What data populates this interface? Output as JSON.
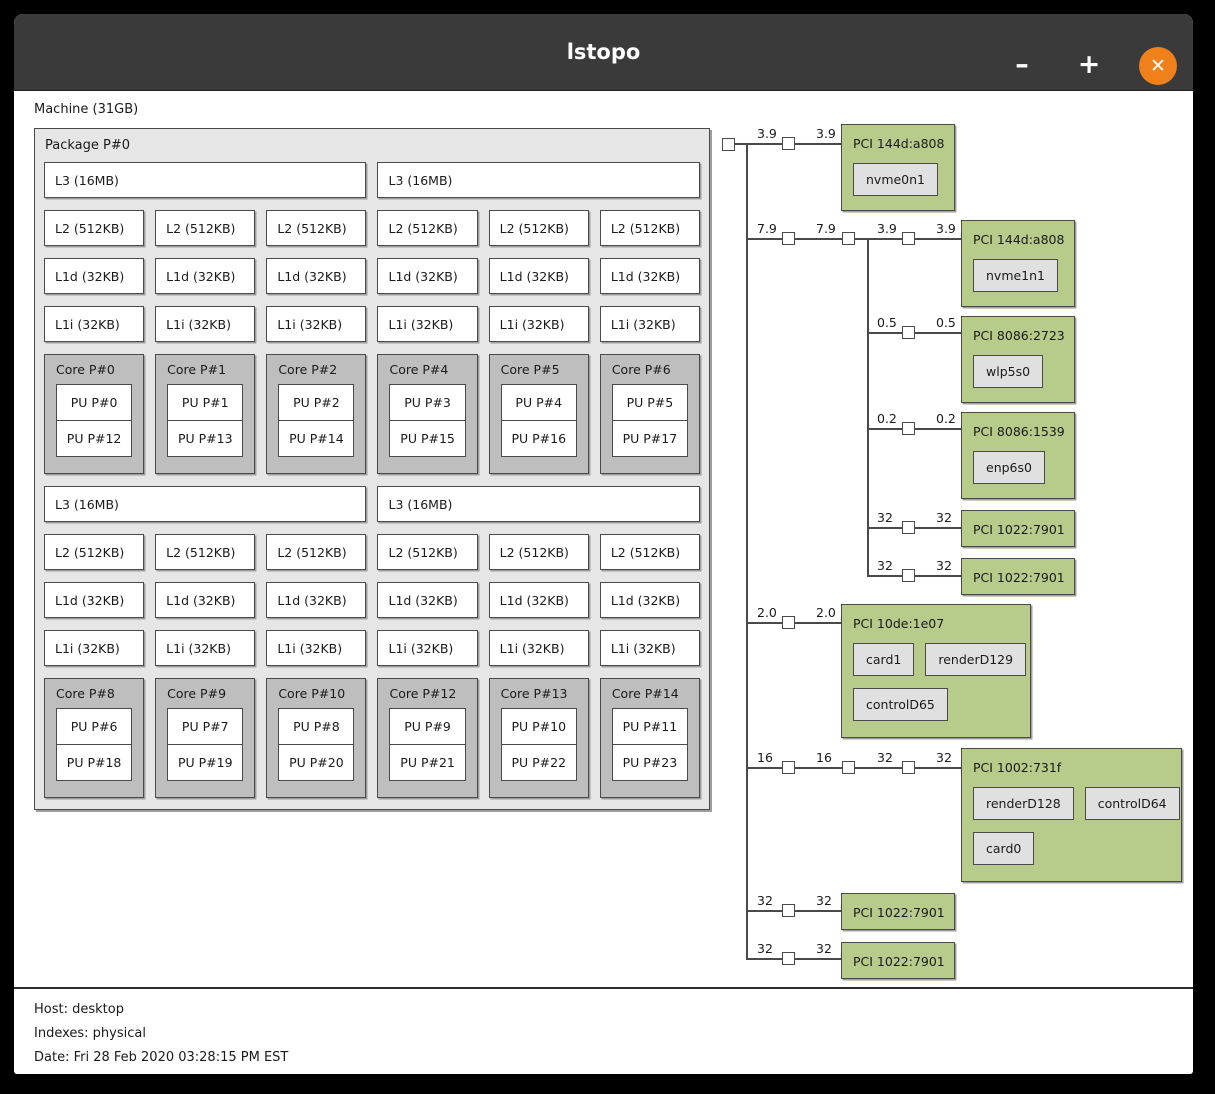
{
  "window": {
    "title": "lstopo",
    "minimize_glyph": "–",
    "maximize_glyph": "+",
    "close_glyph": "✕"
  },
  "machine": {
    "label": "Machine (31GB)"
  },
  "package": {
    "label": "Package P#0",
    "groups": [
      {
        "l3": [
          "L3 (16MB)",
          "L3 (16MB)"
        ],
        "l2": [
          "L2 (512KB)",
          "L2 (512KB)",
          "L2 (512KB)",
          "L2 (512KB)",
          "L2 (512KB)",
          "L2 (512KB)"
        ],
        "l1d": [
          "L1d (32KB)",
          "L1d (32KB)",
          "L1d (32KB)",
          "L1d (32KB)",
          "L1d (32KB)",
          "L1d (32KB)"
        ],
        "l1i": [
          "L1i (32KB)",
          "L1i (32KB)",
          "L1i (32KB)",
          "L1i (32KB)",
          "L1i (32KB)",
          "L1i (32KB)"
        ],
        "cores": [
          {
            "label": "Core P#0",
            "pus": [
              "PU P#0",
              "PU P#12"
            ]
          },
          {
            "label": "Core P#1",
            "pus": [
              "PU P#1",
              "PU P#13"
            ]
          },
          {
            "label": "Core P#2",
            "pus": [
              "PU P#2",
              "PU P#14"
            ]
          },
          {
            "label": "Core P#4",
            "pus": [
              "PU P#3",
              "PU P#15"
            ]
          },
          {
            "label": "Core P#5",
            "pus": [
              "PU P#4",
              "PU P#16"
            ]
          },
          {
            "label": "Core P#6",
            "pus": [
              "PU P#5",
              "PU P#17"
            ]
          }
        ]
      },
      {
        "l3": [
          "L3 (16MB)",
          "L3 (16MB)"
        ],
        "l2": [
          "L2 (512KB)",
          "L2 (512KB)",
          "L2 (512KB)",
          "L2 (512KB)",
          "L2 (512KB)",
          "L2 (512KB)"
        ],
        "l1d": [
          "L1d (32KB)",
          "L1d (32KB)",
          "L1d (32KB)",
          "L1d (32KB)",
          "L1d (32KB)",
          "L1d (32KB)"
        ],
        "l1i": [
          "L1i (32KB)",
          "L1i (32KB)",
          "L1i (32KB)",
          "L1i (32KB)",
          "L1i (32KB)",
          "L1i (32KB)"
        ],
        "cores": [
          {
            "label": "Core P#8",
            "pus": [
              "PU P#6",
              "PU P#18"
            ]
          },
          {
            "label": "Core P#9",
            "pus": [
              "PU P#7",
              "PU P#19"
            ]
          },
          {
            "label": "Core P#10",
            "pus": [
              "PU P#8",
              "PU P#20"
            ]
          },
          {
            "label": "Core P#12",
            "pus": [
              "PU P#9",
              "PU P#21"
            ]
          },
          {
            "label": "Core P#13",
            "pus": [
              "PU P#10",
              "PU P#22"
            ]
          },
          {
            "label": "Core P#14",
            "pus": [
              "PU P#11",
              "PU P#23"
            ]
          }
        ]
      }
    ]
  },
  "pci": {
    "rows": [
      {
        "from": "trunk",
        "speeds": [
          "3.9",
          "3.9"
        ],
        "title": "PCI 144d:a808",
        "device_rows": [
          [
            "nvme0n1"
          ]
        ]
      },
      {
        "from": "trunk",
        "speeds": [
          "7.9",
          "7.9",
          "3.9",
          "3.9"
        ],
        "title": "PCI 144d:a808",
        "device_rows": [
          [
            "nvme1n1"
          ]
        ]
      },
      {
        "from": "subtrunk",
        "speeds": [
          "0.5",
          "0.5"
        ],
        "title": "PCI 8086:2723",
        "device_rows": [
          [
            "wlp5s0"
          ]
        ]
      },
      {
        "from": "subtrunk",
        "speeds": [
          "0.2",
          "0.2"
        ],
        "title": "PCI 8086:1539",
        "device_rows": [
          [
            "enp6s0"
          ]
        ]
      },
      {
        "from": "subtrunk",
        "speeds": [
          "32",
          "32"
        ],
        "title": "PCI 1022:7901",
        "device_rows": []
      },
      {
        "from": "subtrunk",
        "speeds": [
          "32",
          "32"
        ],
        "title": "PCI 1022:7901",
        "device_rows": []
      },
      {
        "from": "trunk",
        "speeds": [
          "2.0",
          "2.0"
        ],
        "title": "PCI 10de:1e07",
        "device_rows": [
          [
            "card1",
            "renderD129"
          ],
          [
            "controlD65"
          ]
        ]
      },
      {
        "from": "trunk",
        "speeds": [
          "16",
          "16",
          "32",
          "32"
        ],
        "title": "PCI 1002:731f",
        "device_rows": [
          [
            "renderD128",
            "controlD64"
          ],
          [
            "card0"
          ]
        ]
      },
      {
        "from": "trunk",
        "speeds": [
          "32",
          "32"
        ],
        "title": "PCI 1022:7901",
        "device_rows": []
      },
      {
        "from": "trunk",
        "speeds": [
          "32",
          "32"
        ],
        "title": "PCI 1022:7901",
        "device_rows": []
      }
    ]
  },
  "footer": {
    "lines": [
      "Host: desktop",
      "Indexes: physical",
      "Date: Fri 28 Feb 2020 03:28:15 PM EST"
    ]
  },
  "colors": {
    "titlebar_gray": "#3a3a3a",
    "close_button_orange": "#f08019",
    "package_gray": "#e6e6e6",
    "core_gray": "#bebebe",
    "pci_box_green": "#b7cb8b",
    "device_box_gray": "#e0e0e0",
    "border_dark": "#4a4a4a"
  }
}
